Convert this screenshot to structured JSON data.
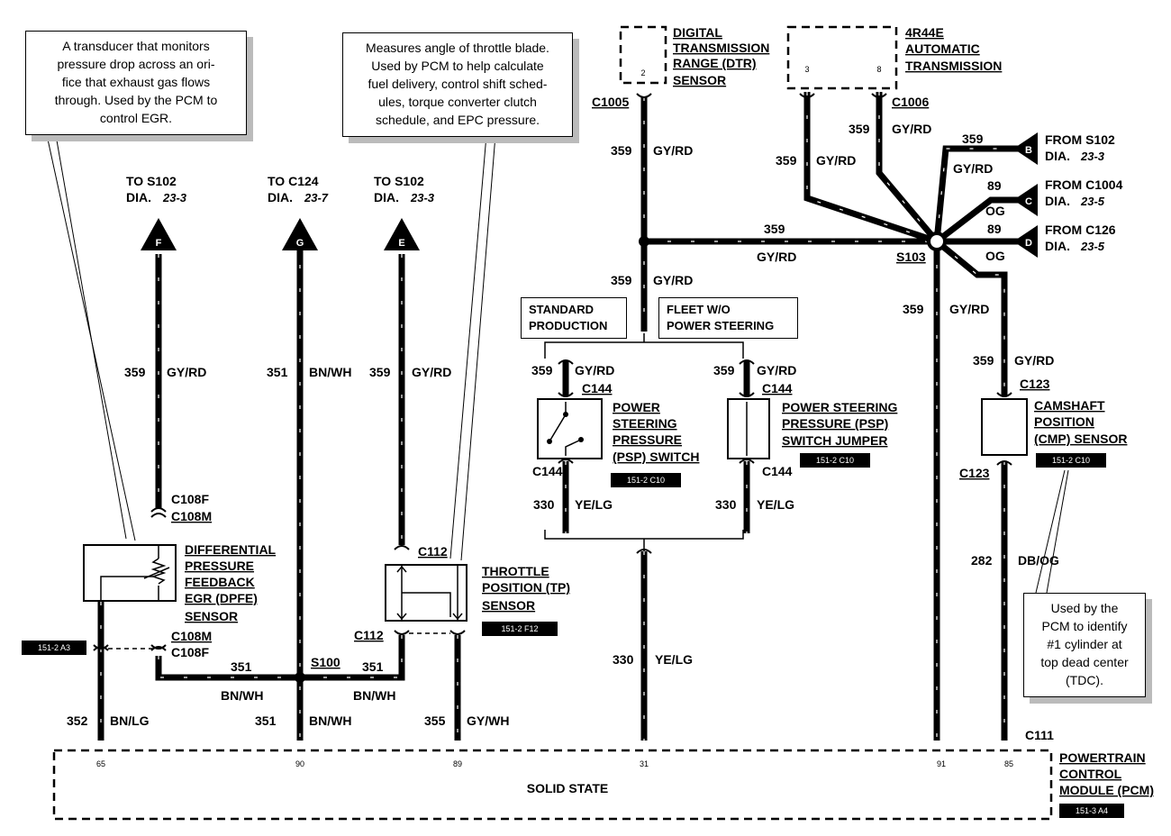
{
  "notes": {
    "dpfe": "A transducer that monitors\npressure drop across an ori-\nfice that exhaust gas flows\nthrough.  Used by the PCM to\ncontrol EGR.",
    "tp": "Measures angle of throttle blade.\nUsed by PCM to help calculate\nfuel delivery, control shift sched-\nules, torque converter clutch\nschedule, and EPC pressure.",
    "cmp": "Used by the\nPCM to identify\n#1 cylinder at\ntop dead center\n(TDC)."
  },
  "connectors_top": {
    "dtr": {
      "lines": [
        "DIGITAL",
        "TRANSMISSION",
        "RANGE (DTR)",
        "SENSOR"
      ],
      "pin": "2",
      "conn": "C1005"
    },
    "trans": {
      "lines": [
        "4R44E",
        "AUTOMATIC",
        "TRANSMISSION"
      ],
      "pin_a": "3",
      "pin_b": "8",
      "conn": "C1006"
    }
  },
  "destinations": {
    "f": {
      "to": "TO S102",
      "dia": "DIA.",
      "page": "23-3",
      "letter": "F"
    },
    "g": {
      "to": "TO C124",
      "dia": "DIA.",
      "page": "23-7",
      "letter": "G"
    },
    "e": {
      "to": "TO S102",
      "dia": "DIA.",
      "page": "23-3",
      "letter": "E"
    },
    "b": {
      "from": "FROM S102",
      "dia": "DIA.",
      "page": "23-3",
      "letter": "B"
    },
    "c": {
      "from": "FROM C1004",
      "dia": "DIA.",
      "page": "23-5",
      "letter": "C"
    },
    "d": {
      "from": "FROM C126",
      "dia": "DIA.",
      "page": "23-5",
      "letter": "D"
    }
  },
  "wires": {
    "w359": "359",
    "gyrd": "GY/RD",
    "w351": "351",
    "bnwh": "BN/WH",
    "w352": "352",
    "bnlg": "BN/LG",
    "w355": "355",
    "gywh": "GY/WH",
    "w330": "330",
    "yelg": "YE/LG",
    "w282": "282",
    "dbog": "DB/OG",
    "w89": "89",
    "og": "OG"
  },
  "connectors": {
    "c108f": "C108F",
    "c108m": "C108M",
    "c112": "C112",
    "c144": "C144",
    "c123": "C123",
    "c111": "C111",
    "s100": "S100",
    "s103": "S103"
  },
  "components": {
    "dpfe": [
      "DIFFERENTIAL",
      "PRESSURE",
      "FEEDBACK",
      "EGR (DPFE)",
      "SENSOR"
    ],
    "tp": [
      "THROTTLE",
      "POSITION (TP)",
      "SENSOR"
    ],
    "psp": [
      "POWER",
      "STEERING",
      "PRESSURE",
      "(PSP) SWITCH"
    ],
    "pspj": [
      "POWER STEERING",
      "PRESSURE (PSP)",
      "SWITCH JUMPER"
    ],
    "cmp": [
      "CAMSHAFT",
      "POSITION",
      "(CMP) SENSOR"
    ],
    "pcm": [
      "POWERTRAIN",
      "CONTROL",
      "MODULE (PCM)"
    ]
  },
  "options": {
    "standard": "STANDARD\nPRODUCTION",
    "fleet": "FLEET W/O\nPOWER STEERING"
  },
  "refs": {
    "dpfe": "151-2 A3",
    "tp": "151-2 F12",
    "psp": "151-2 C10",
    "pspj": "151-2 C10",
    "cmp": "151-2 C10",
    "pcm": "151-3 A4"
  },
  "pcm": {
    "label": "SOLID STATE",
    "pins": [
      "65",
      "90",
      "89",
      "31",
      "91",
      "85"
    ]
  }
}
